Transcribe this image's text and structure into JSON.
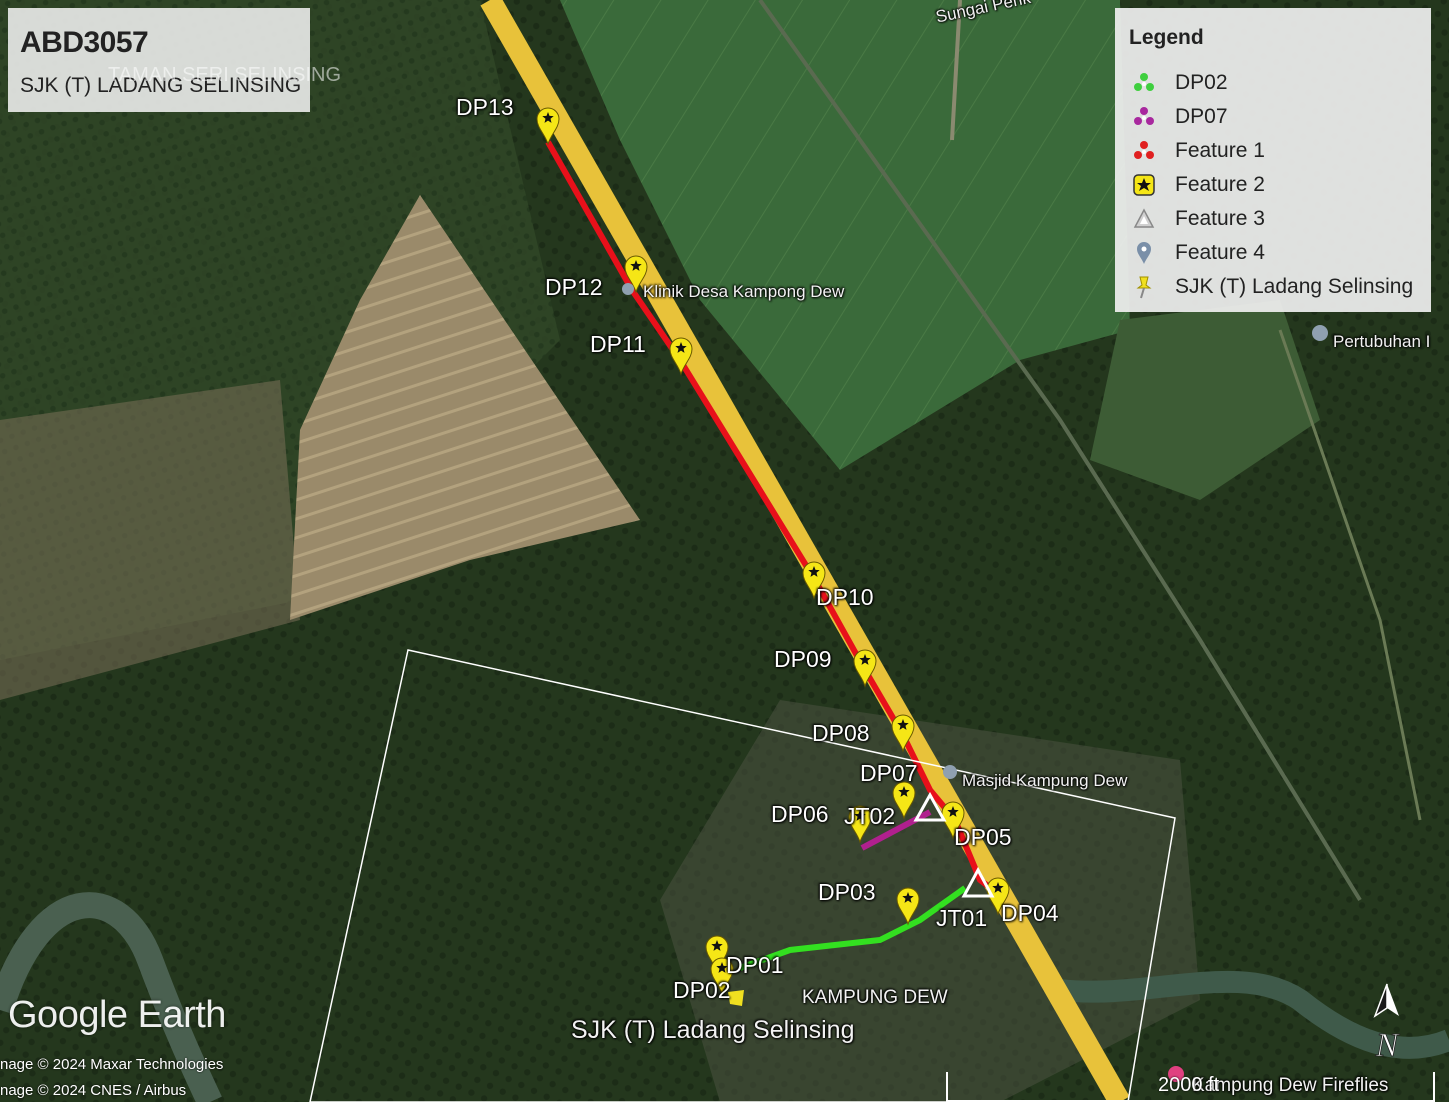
{
  "title": {
    "code": "ABD3057",
    "subtitle": "SJK (T) LADANG SELINSING"
  },
  "legend": {
    "heading": "Legend",
    "items": [
      {
        "label": "DP02",
        "icon": "green-cluster-icon",
        "color": "#3ecf3e"
      },
      {
        "label": "DP07",
        "icon": "purple-cluster-icon",
        "color": "#a8289e"
      },
      {
        "label": "Feature 1",
        "icon": "red-cluster-icon",
        "color": "#e02020"
      },
      {
        "label": "Feature 2",
        "icon": "star-square-icon",
        "color": "#f5e616"
      },
      {
        "label": "Feature 3",
        "icon": "triangle-icon",
        "color": "#a0a0a0"
      },
      {
        "label": "Feature 4",
        "icon": "map-pin-icon",
        "color": "#7a8fa8"
      },
      {
        "label": "SJK (T) Ladang Selinsing",
        "icon": "pushpin-icon",
        "color": "#f0e020"
      }
    ]
  },
  "points": [
    {
      "label": "DP13"
    },
    {
      "label": "DP12"
    },
    {
      "label": "DP11"
    },
    {
      "label": "DP10"
    },
    {
      "label": "DP09"
    },
    {
      "label": "DP08"
    },
    {
      "label": "DP07"
    },
    {
      "label": "DP06"
    },
    {
      "label": "DP05"
    },
    {
      "label": "DP04"
    },
    {
      "label": "DP03"
    },
    {
      "label": "DP02"
    },
    {
      "label": "DP01"
    },
    {
      "label": "JT02"
    },
    {
      "label": "JT01"
    }
  ],
  "places": {
    "taman": "TAMAN SERI SELINSING",
    "sungai": "Sungai Perik",
    "klinik": "Klinik Desa Kampong Dew",
    "masjid": "Masjid Kampung Dew",
    "pertubuhan": "Pertubuhan I",
    "kampung": "KAMPUNG DEW",
    "school": "SJK (T) Ladang Selinsing",
    "fireflies": "Kampung Dew Fireflies"
  },
  "branding": {
    "logo": "Google Earth",
    "credit1": "nage © 2024 Maxar Technologies",
    "credit2": "nage © 2024 CNES / Airbus"
  },
  "scale": {
    "label": "2000 ft"
  },
  "north": {
    "label": "N"
  },
  "colors": {
    "route_main": "#e8101a",
    "route_green": "#33e020",
    "route_purple": "#b0208e",
    "road": "#e8c23a",
    "marker": "#f5e616"
  }
}
